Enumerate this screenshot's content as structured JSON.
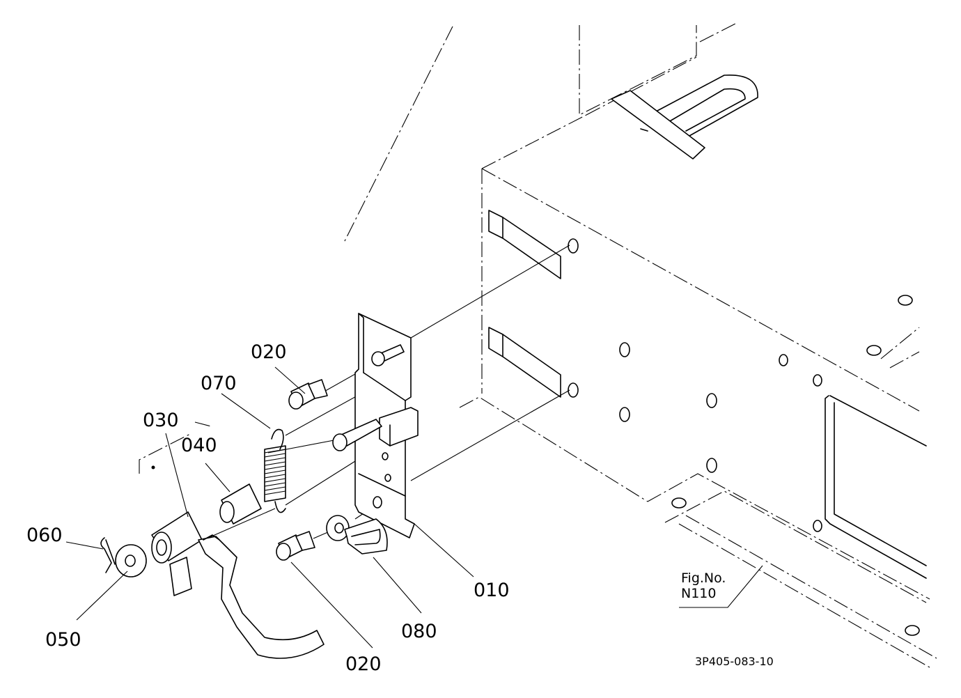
{
  "labels": {
    "p010": "010",
    "p020_top": "020",
    "p020_bottom": "020",
    "p030": "030",
    "p040": "040",
    "p050": "050",
    "p060": "060",
    "p070": "070",
    "p080": "080"
  },
  "figure_ref": {
    "line1": "Fig.No.",
    "line2": "N110"
  },
  "doc_number": "3P405-083-10"
}
